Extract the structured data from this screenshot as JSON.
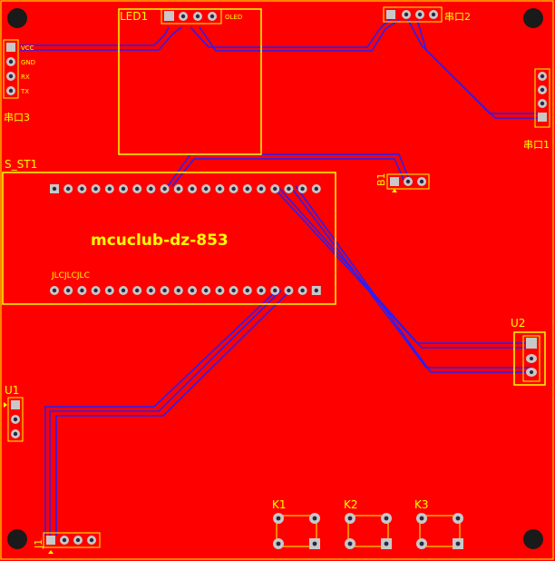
{
  "board": {
    "name": "mcuclub-dz-853",
    "colors": {
      "copper": "#ff0000",
      "silk": "#ffff00",
      "trace": "#2020ff",
      "pad": "#c8c8c8",
      "hole": "#2a2a44",
      "background": "#111111"
    }
  },
  "components": {
    "led1": {
      "ref": "LED1",
      "note": "OLED"
    },
    "s_st1": {
      "ref": "S_ST1",
      "board_silk": "JLCJLCJLC"
    },
    "b1": {
      "ref": "B1"
    },
    "u2": {
      "ref": "U2"
    },
    "u1": {
      "ref": "U1"
    },
    "k1": {
      "ref": "K1"
    },
    "k2": {
      "ref": "K2"
    },
    "k3": {
      "ref": "K3"
    },
    "j1": {
      "ref": "J1"
    },
    "port1": {
      "ref": "串口1"
    },
    "port2": {
      "ref": "串口2"
    },
    "port3": {
      "ref": "串口3",
      "pins": [
        "VCC",
        "GND",
        "RX",
        "TX"
      ]
    }
  }
}
